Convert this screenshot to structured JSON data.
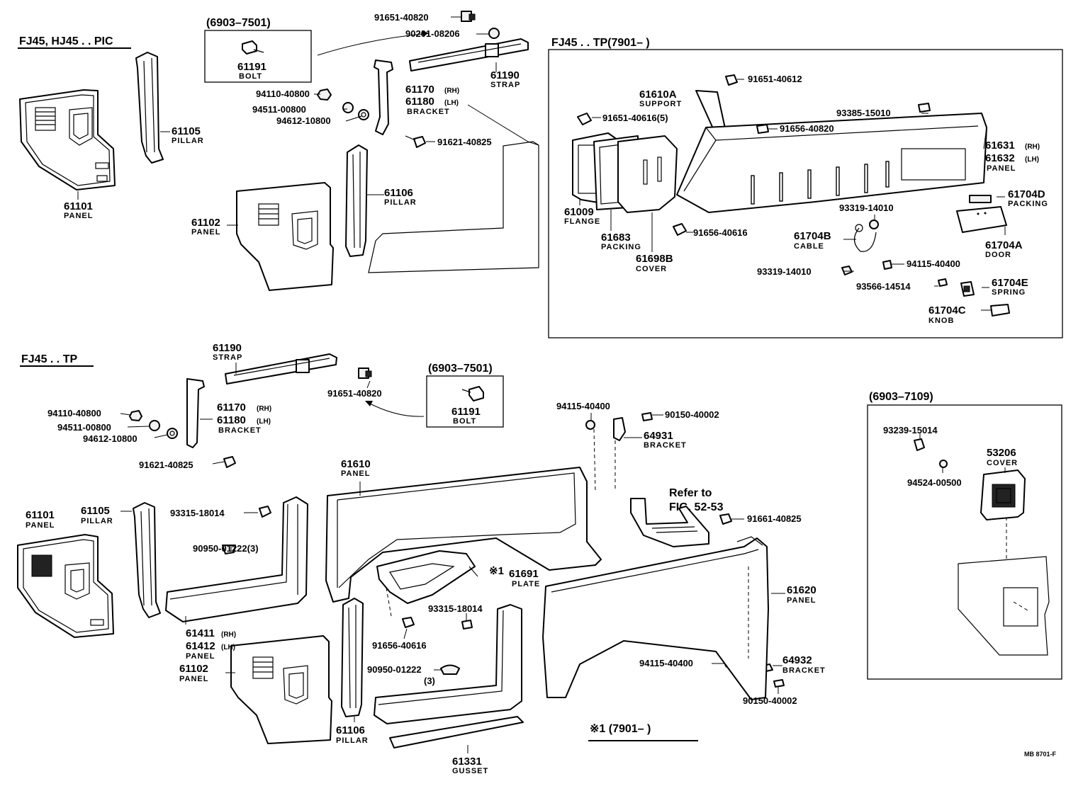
{
  "sections": {
    "top_left": "FJ45, HJ45 . . PIC",
    "bottom_left": "FJ45 . . TP",
    "top_right_box": "FJ45 . . TP(7901–       )",
    "box_top_bolt": "(6903–7501)",
    "box_mid_bolt": "(6903–7501)",
    "box_right_cover": "(6903–7109)",
    "note_1": "※1 (7901–       )",
    "refer": "Refer to",
    "refer_fig": "FIG. 52-53"
  },
  "labels": {
    "p61101a": "61101",
    "panel_a": "PANEL",
    "p61105a": "61105",
    "pillar_a": "PILLAR",
    "p61191a": "61191",
    "bolt_a": "BOLT",
    "p91651_40820a": "91651-40820",
    "p90201_08206": "90201-08206",
    "p61190a": "61190",
    "strap_a": "STRAP",
    "p61170a": "61170",
    "rh_a": "(RH)",
    "p61180a": "61180",
    "lh_a": "(LH)",
    "bracket_a": "BRACKET",
    "p94110a": "94110-40800",
    "p94511a": "94511-00800",
    "p94612a": "94612-10800",
    "p91621a": "91621-40825",
    "p61106a": "61106",
    "pillar_b": "PILLAR",
    "p61102a": "61102",
    "panel_b": "PANEL",
    "p91651_40612": "91651-40612",
    "p61610a": "61610A",
    "support": "SUPPORT",
    "p91651_40616": "91651-40616(5)",
    "p93385": "93385-15010",
    "p91656_40820": "91656-40820",
    "p61631": "61631",
    "rh_b": "(RH)",
    "p61632": "61632",
    "lh_b": "(LH)",
    "panel_c": "PANEL",
    "p61009": "61009",
    "flange": "FLANGE",
    "p61683": "61683",
    "packing_a": "PACKING",
    "p61698b": "61698B",
    "cover_a": "COVER",
    "p91656_40616a": "91656-40616",
    "p93319_a": "93319-14010",
    "p61704b": "61704B",
    "cable": "CABLE",
    "p61704d": "61704D",
    "packing_b": "PACKING",
    "p61704a": "61704A",
    "door": "DOOR",
    "p94115_a": "94115-40400",
    "p93319_b": "93319-14010",
    "p93566": "93566-14514",
    "p61704e": "61704E",
    "spring": "SPRING",
    "p61704c": "61704C",
    "knob": "KNOB",
    "p61190b": "61190",
    "strap_b": "STRAP",
    "p91651_40820b": "91651-40820",
    "p61191b": "61191",
    "bolt_b": "BOLT",
    "p94110b": "94110-40800",
    "p94511b": "94511-00800",
    "p94612b": "94612-10800",
    "p61170b": "61170",
    "rh_c": "(RH)",
    "p61180b": "61180",
    "lh_c": "(LH)",
    "bracket_b": "BRACKET",
    "p91621b": "91621-40825",
    "p94115_b": "94115-40400",
    "p90150_a": "90150-40002",
    "p64931": "64931",
    "bracket_c": "BRACKET",
    "p61610": "61610",
    "panel_d": "PANEL",
    "p61101b": "61101",
    "panel_e": "PANEL",
    "p61105b": "61105",
    "pillar_c": "PILLAR",
    "p93315_a": "93315-18014",
    "p90950_a": "90950-01222(3)",
    "p91661": "91661-40825",
    "mark1": "※1",
    "p61691": "61691",
    "plate": "PLATE",
    "p93315_b": "93315-18014",
    "p61620": "61620",
    "panel_f": "PANEL",
    "p61411": "61411",
    "rh_d": "(RH)",
    "p61412": "61412",
    "lh_d": "(LH)",
    "panel_g": "PANEL",
    "p91656_40616b": "91656-40616",
    "p61102b": "61102",
    "panel_h": "PANEL",
    "p90950_b": "90950-01222",
    "qty3": "(3)",
    "p94115_c": "94115-40400",
    "p64932": "64932",
    "bracket_d": "BRACKET",
    "p90150_b": "90150-40002",
    "p61106b": "61106",
    "pillar_d": "PILLAR",
    "p61331": "61331",
    "gusset": "GUSSET",
    "p93239": "93239-15014",
    "p53206": "53206",
    "cover_b": "COVER",
    "p94524": "94524-00500",
    "code": "MB 8701-F"
  }
}
